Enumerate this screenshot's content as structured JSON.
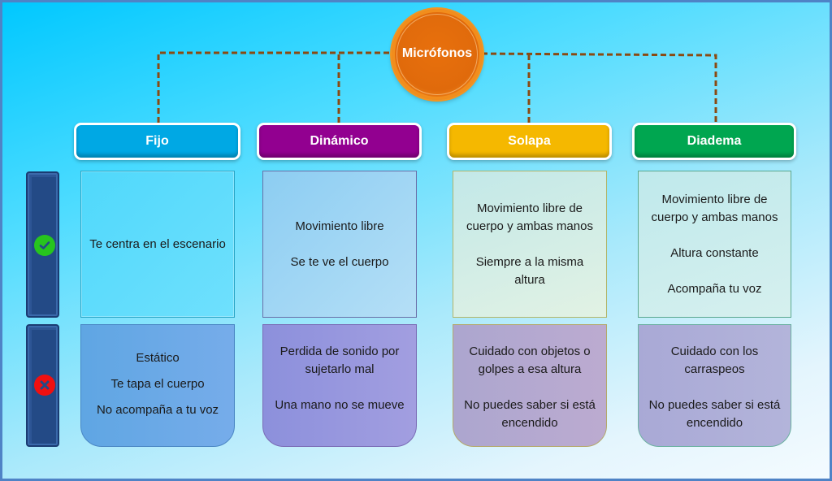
{
  "diagram": {
    "title": "Micrófonos",
    "colors": {
      "hub": "#e06a0b",
      "connector": "#8b4a12",
      "fijo": "#00a8e4",
      "dinamico": "#920090",
      "solapa": "#f5b800",
      "diadema": "#00a650",
      "pros_badge": "#27c51e",
      "cons_badge": "#f01010",
      "row_label_bg": "#234a86"
    },
    "row_labels": [
      {
        "name": "pros",
        "icon": "check-circle-icon"
      },
      {
        "name": "cons",
        "icon": "x-circle-icon"
      }
    ],
    "categories": [
      {
        "label": "Fijo",
        "pros": [
          "Te centra en el escenario"
        ],
        "cons": [
          "Estático",
          "Te tapa el cuerpo",
          "No acompaña a tu voz"
        ]
      },
      {
        "label": "Dinámico",
        "pros": [
          "Movimiento libre",
          "Se te ve el cuerpo"
        ],
        "cons": [
          "Perdida de sonido por sujetarlo mal",
          "Una mano no se mueve"
        ]
      },
      {
        "label": "Solapa",
        "pros": [
          "Movimiento libre de cuerpo y ambas manos",
          "Siempre a la misma altura"
        ],
        "cons": [
          "Cuidado con objetos o golpes a esa altura",
          "No puedes saber si está encendido"
        ]
      },
      {
        "label": "Diadema",
        "pros": [
          "Movimiento libre de cuerpo y ambas manos",
          "Altura constante",
          "Acompaña tu voz"
        ],
        "cons": [
          "Cuidado con los carraspeos",
          "No puedes saber si está encendido"
        ]
      }
    ]
  }
}
